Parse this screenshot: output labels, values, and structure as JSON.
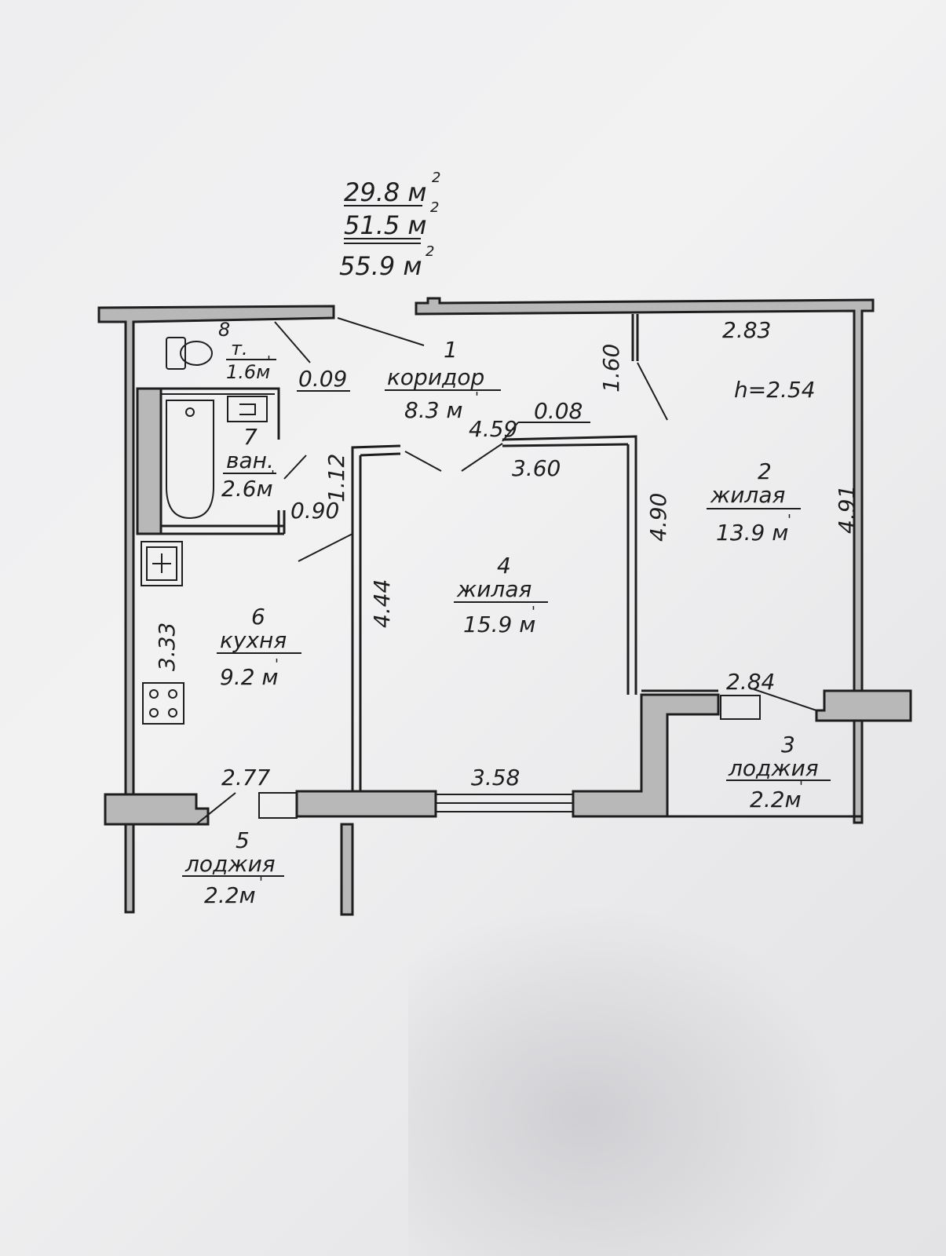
{
  "totals": {
    "living": "29.8 м",
    "total": "51.5 м",
    "total_with_loggias": "55.9 м",
    "unit_sup": "2"
  },
  "ceiling_height": "h=2.54",
  "rooms": [
    {
      "num": "1",
      "name": "коридор",
      "area": "8.3 м"
    },
    {
      "num": "2",
      "name": "жилая",
      "area": "13.9 м"
    },
    {
      "num": "3",
      "name": "лоджия",
      "area": "2.2м"
    },
    {
      "num": "4",
      "name": "жилая",
      "area": "15.9 м"
    },
    {
      "num": "5",
      "name": "лоджия",
      "area": "2.2м"
    },
    {
      "num": "6",
      "name": "кухня",
      "area": "9.2 м"
    },
    {
      "num": "7",
      "name": "ван.",
      "area": "2.6м"
    },
    {
      "num": "8",
      "name": "т.",
      "area": "1.6м"
    }
  ],
  "dimensions": {
    "d_0_09": "0.09",
    "d_4_59": "4.59",
    "d_0_08": "0.08",
    "d_1_60": "1.60",
    "d_2_83": "2.83",
    "d_1_12": "1.12",
    "d_0_90": "0.90",
    "d_3_60": "3.60",
    "d_4_90": "4.90",
    "d_4_91": "4.91",
    "d_4_44": "4.44",
    "d_3_33": "3.33",
    "d_2_84": "2.84",
    "d_2_77": "2.77",
    "d_3_58": "3.58"
  }
}
